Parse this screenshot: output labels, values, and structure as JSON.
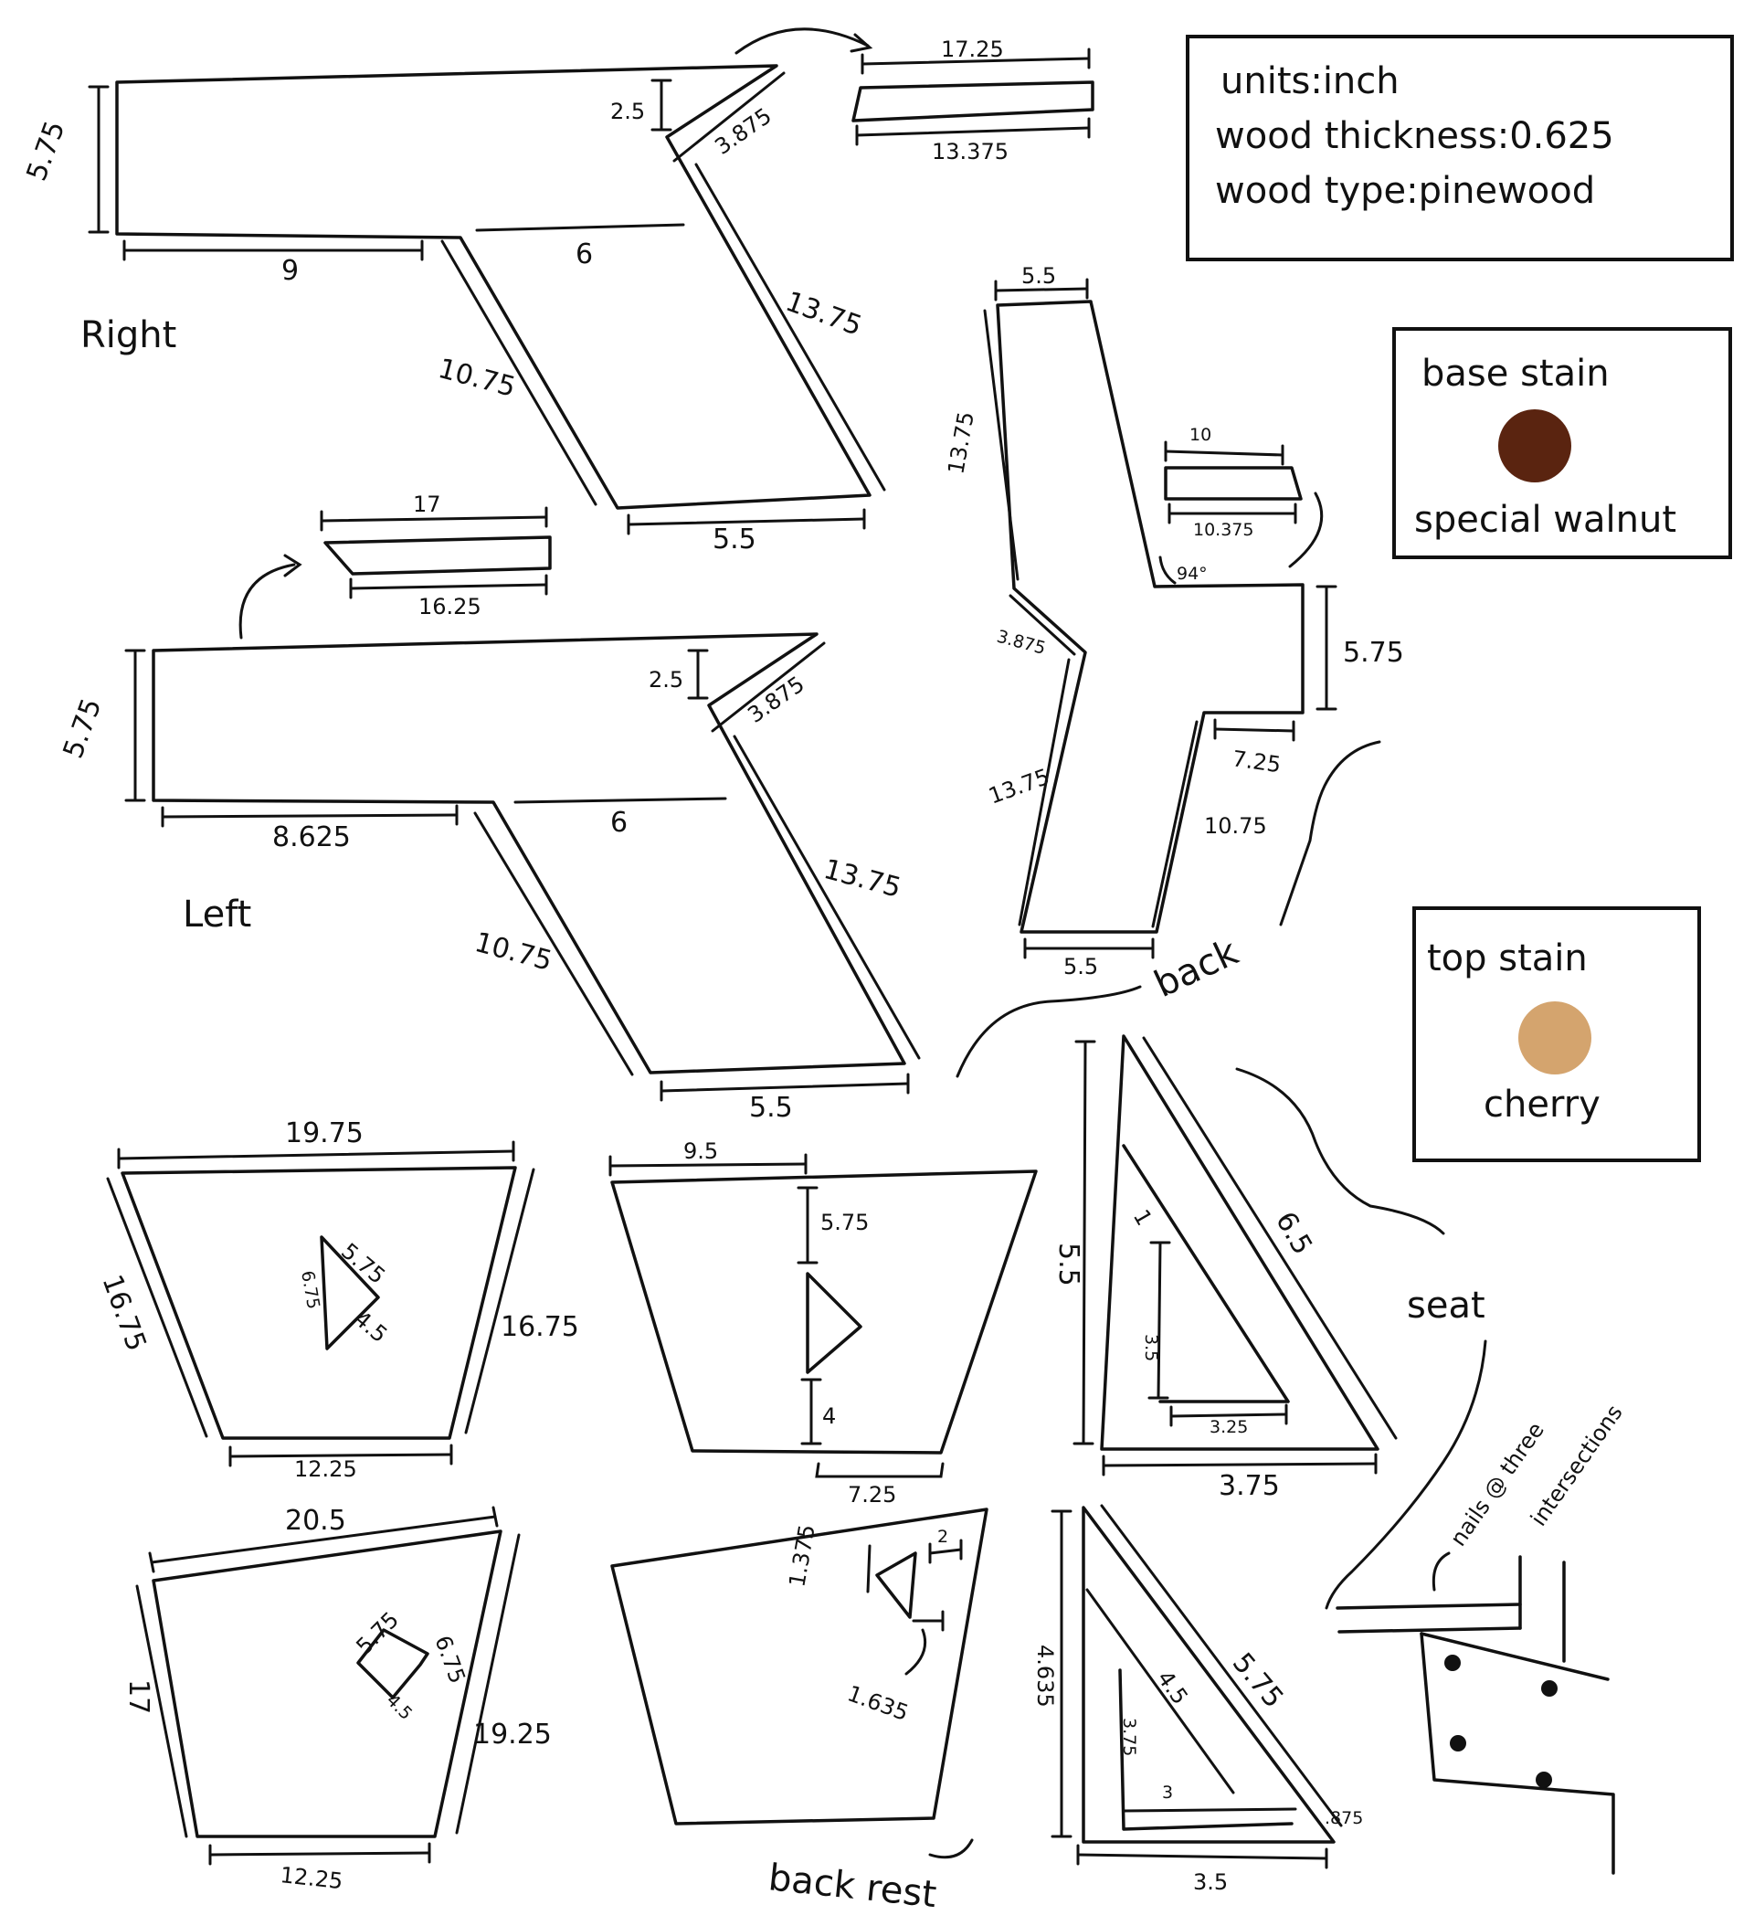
{
  "info": {
    "units": "units:inch",
    "thickness": "wood thickness:0.625",
    "type": "wood type:pinewood"
  },
  "stains": {
    "base_title": "base stain",
    "base_name": "special walnut",
    "base_color": "#5a2410",
    "top_title": "top stain",
    "top_name": "cherry",
    "top_color": "#d4a46e"
  },
  "section_labels": {
    "right": "Right",
    "left": "Left",
    "back": "back",
    "seat": "seat",
    "back_rest": "back rest",
    "nails": "nails @ three",
    "intersections": "intersections"
  },
  "right_piece": {
    "height": "5.75",
    "bottom": "9",
    "notch": "6",
    "drop": "2.5",
    "cut": "3.875",
    "outer": "13.75",
    "inner": "10.75",
    "foot": "5.5",
    "strip_top": "17.25",
    "strip_bottom": "13.375"
  },
  "left_piece": {
    "height": "5.75",
    "bottom": "8.625",
    "notch": "6",
    "drop": "2.5",
    "cut": "3.875",
    "outer": "13.75",
    "inner": "10.75",
    "foot": "5.5",
    "strip_top": "17",
    "strip_bottom": "16.25"
  },
  "back_piece": {
    "top": "5.5",
    "upper_left": "13.75",
    "kink": "3.875",
    "lower_left": "13.75",
    "foot": "5.5",
    "inner": "10.75",
    "notch": "7.25",
    "right": "5.75",
    "angle": "94°",
    "strip_top": "10",
    "strip_bottom": "10.375"
  },
  "seat_panel_a": {
    "top": "19.75",
    "left": "16.75",
    "right": "16.75",
    "bottom": "12.25",
    "tri_a": "5.75",
    "tri_b": "6.75",
    "tri_c": "4.5"
  },
  "seat_panel_b": {
    "top": "9.5",
    "v_top": "5.75",
    "v_bottom": "4",
    "bottom": "7.25"
  },
  "back_panel_a": {
    "top": "20.5",
    "left": "17",
    "right": "19.25",
    "bottom": "12.25",
    "tri_a": "5.75",
    "tri_b": "6.75",
    "tri_c": "4.5"
  },
  "back_panel_b": {
    "a": "1.375",
    "b": "2",
    "c": "1.635"
  },
  "seat_triangle": {
    "height": "5.5",
    "hyp": "6.5",
    "base": "3.75",
    "inner_offset": "1",
    "inner_height": "3.5",
    "inner_base": "3.25"
  },
  "rest_triangle": {
    "height": "4.635",
    "hyp": "5.75",
    "base": "3.5",
    "inner_hyp": "4.5",
    "inner_height": "3.75",
    "inner_base": "3",
    "corner": ".875"
  }
}
